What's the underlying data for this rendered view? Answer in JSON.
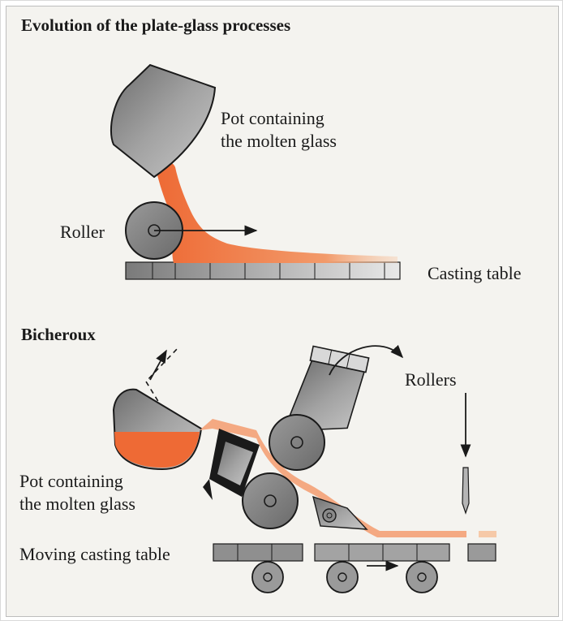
{
  "section1": {
    "title": "Evolution of the plate-glass processes",
    "pot_label_line1": "Pot containing",
    "pot_label_line2": "the molten glass",
    "roller_label": "Roller",
    "table_label": "Casting table"
  },
  "section2": {
    "title": "Bicheroux",
    "rollers_label": "Rollers",
    "pot_label_line1": "Pot containing",
    "pot_label_line2": "the molten glass",
    "table_label": "Moving casting table"
  },
  "colors": {
    "background": "#f4f3ef",
    "molten_glass": "#f07a45",
    "metal": "#8e8e8e",
    "outline": "#1a1a1a"
  }
}
